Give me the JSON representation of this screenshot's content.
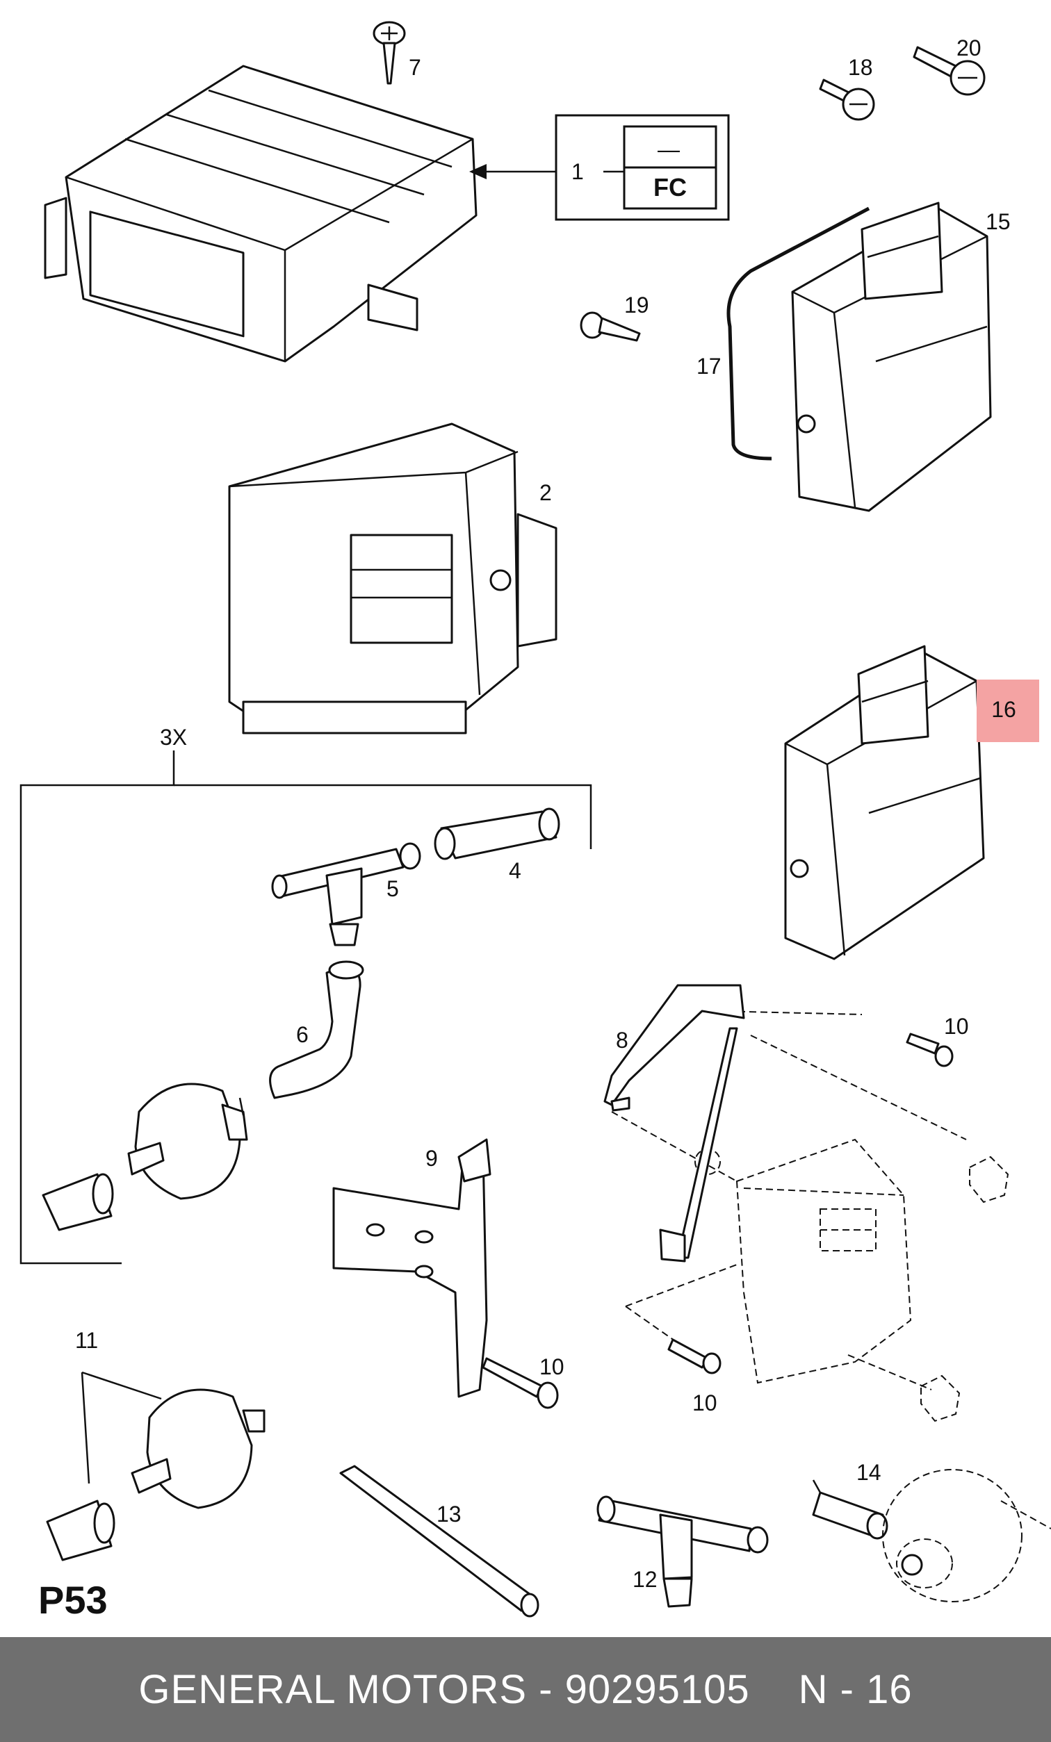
{
  "diagram": {
    "labels": {
      "l1": "1",
      "l2": "2",
      "l3x": "3X",
      "l4": "4",
      "l5": "5",
      "l6": "6",
      "l7": "7",
      "l8": "8",
      "l9": "9",
      "l10a": "10",
      "l10b": "10",
      "l10c": "10",
      "l11": "11",
      "l12": "12",
      "l13": "13",
      "l14": "14",
      "l15": "15",
      "l16": "16",
      "l17": "17",
      "l18": "18",
      "l19": "19",
      "l20": "20"
    },
    "fc_box": {
      "dash": "—",
      "code": "FC"
    },
    "page_code": "P53",
    "highlight_color": "#f4a3a3"
  },
  "footer": {
    "brand": "GENERAL MOTORS",
    "separator": " - ",
    "part_number": "90295105",
    "position": "N - 16",
    "background": "#6f6f6f"
  }
}
